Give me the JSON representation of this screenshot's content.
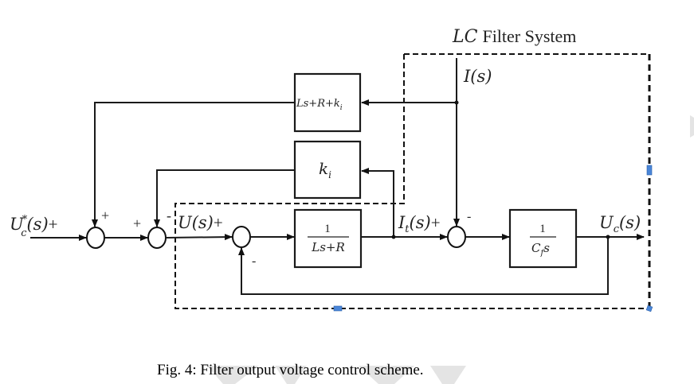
{
  "diagram": {
    "title": {
      "italic": "LC",
      "text": "Filter System"
    },
    "signals": {
      "reference": {
        "main": "U",
        "sub": "c",
        "sup": "*",
        "arg": "(s)",
        "sign": "+"
      },
      "control": {
        "text": "U(s)",
        "sign": "+"
      },
      "current_disturbance": {
        "text": "I(s)"
      },
      "inductor_current": {
        "main": "I",
        "sub": "t",
        "arg": "(s)",
        "sign": "+"
      },
      "output": {
        "main": "U",
        "sub": "c",
        "arg": "(s)"
      }
    },
    "blocks": {
      "feedforward": {
        "label": "Ls+R+k",
        "sub": "i"
      },
      "current_gain": {
        "label": "k",
        "sub": "i"
      },
      "inductor": {
        "numerator": "1",
        "denominator": "Ls+R"
      },
      "capacitor": {
        "numerator": "1",
        "denominator_main": "C",
        "denominator_sub": "f",
        "denominator_tail": "s"
      }
    },
    "summing_junction_signs": {
      "sum1_top": "+",
      "sum2_left": "+",
      "sum2_top": "-",
      "sum3_bottom": "-",
      "sum4_top": "-"
    },
    "caption": "Fig. 4:  Filter output voltage control scheme.",
    "accent_colors": {
      "selection_handle": "#4a86d8",
      "watermark": "#d9d9d9"
    }
  }
}
